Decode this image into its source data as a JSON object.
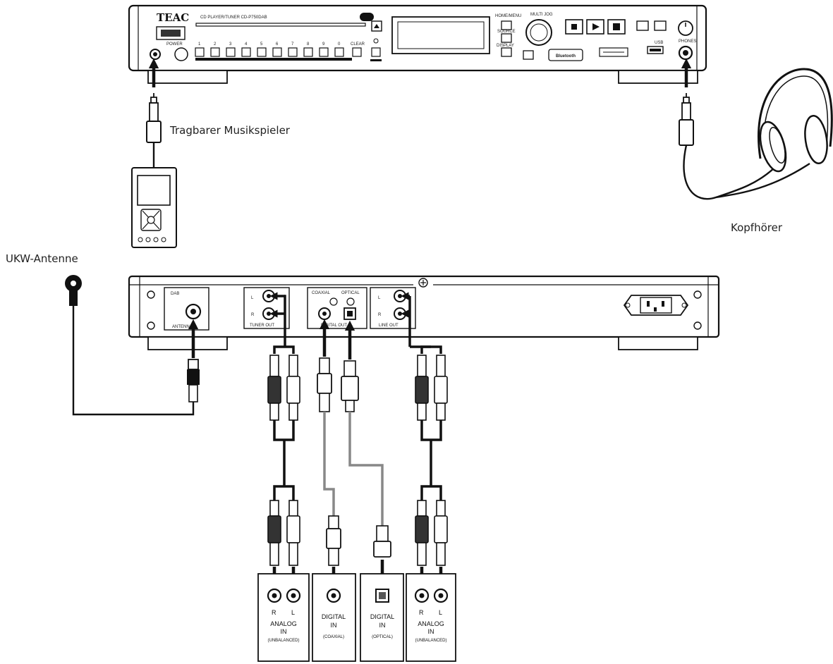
{
  "labels": {
    "portable_player": "Tragbarer Musikspieler",
    "headphones": "Kopfhörer",
    "fm_antenna": "UKW-Antenne"
  },
  "front_panel": {
    "brand": "TEAC",
    "model": "CD PLAYER/TUNER CD-P750DAB",
    "power": "POWER",
    "number_keys": [
      "1",
      "2",
      "3",
      "4",
      "5",
      "6",
      "7",
      "8",
      "9",
      "0"
    ],
    "clear": "CLEAR",
    "home_menu": "HOME/MENU",
    "source": "SOURCE",
    "display": "DISPLAY",
    "multi_jog": "MULTI JOG",
    "bluetooth": "Bluetooth",
    "phones": "PHONES",
    "usb": "USB"
  },
  "rear_panel": {
    "dab": "DAB",
    "antenna": "ANTENNA",
    "tuner_out": "TUNER OUT",
    "coaxial": "COAXIAL",
    "optical": "OPTICAL",
    "digital_out": "DIGITAL OUT",
    "line_out": "LINE OUT",
    "ch_l": "L",
    "ch_r": "R"
  },
  "inputs": [
    {
      "r": "R",
      "l": "L",
      "line1": "ANALOG",
      "line2": "IN",
      "line3": "(UNBALANCED)"
    },
    {
      "line1": "DIGITAL",
      "line2": "IN",
      "line3": "(COAXIAL)"
    },
    {
      "line1": "DIGITAL",
      "line2": "IN",
      "line3": "(OPTICAL)"
    },
    {
      "r": "R",
      "l": "L",
      "line1": "ANALOG",
      "line2": "IN",
      "line3": "(UNBALANCED)"
    }
  ]
}
